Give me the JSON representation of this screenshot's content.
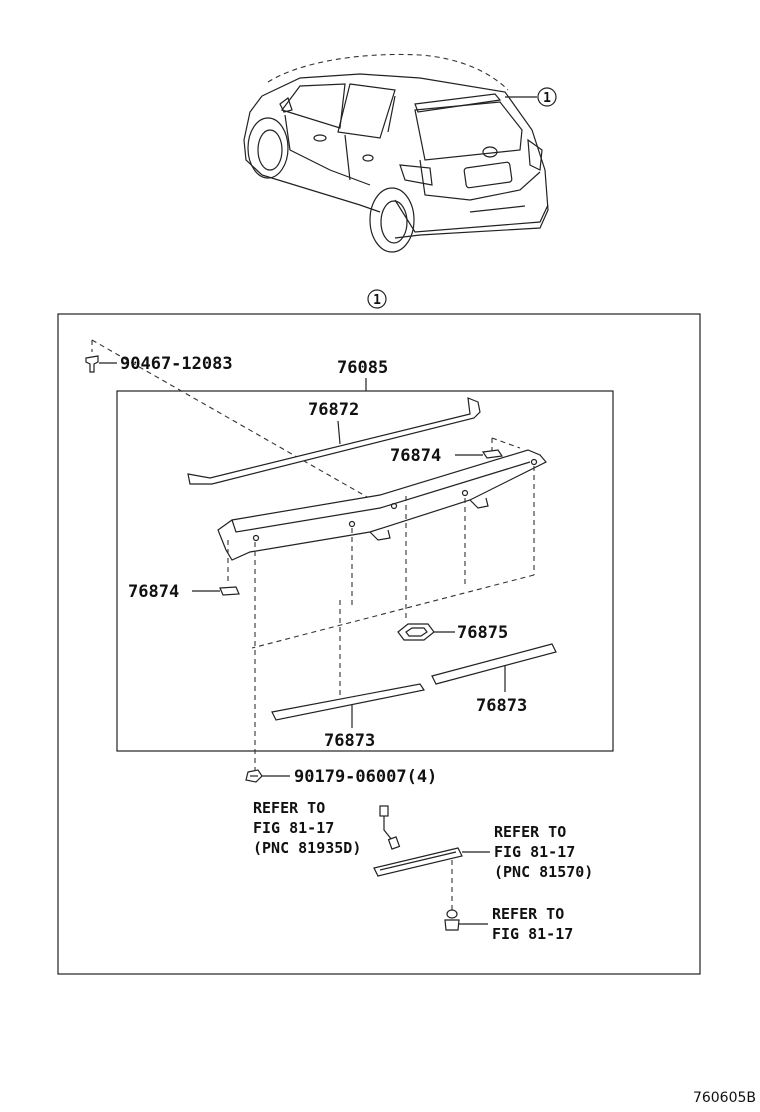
{
  "callout": {
    "index": "1"
  },
  "parts": {
    "p90467": "90467-12083",
    "p76085": "76085",
    "p76872": "76872",
    "p76874a": "76874",
    "p76874b": "76874",
    "p76875": "76875",
    "p76873a": "76873",
    "p76873b": "76873",
    "p90179": "90179-06007(4)"
  },
  "refer1": {
    "l1": "REFER TO",
    "l2": "FIG 81-17",
    "l3": "(PNC 81935D)"
  },
  "refer2": {
    "l1": "REFER TO",
    "l2": "FIG 81-17",
    "l3": "(PNC 81570)"
  },
  "refer3": {
    "l1": "REFER TO",
    "l2": "FIG 81-17"
  },
  "figure_id": "760605B"
}
